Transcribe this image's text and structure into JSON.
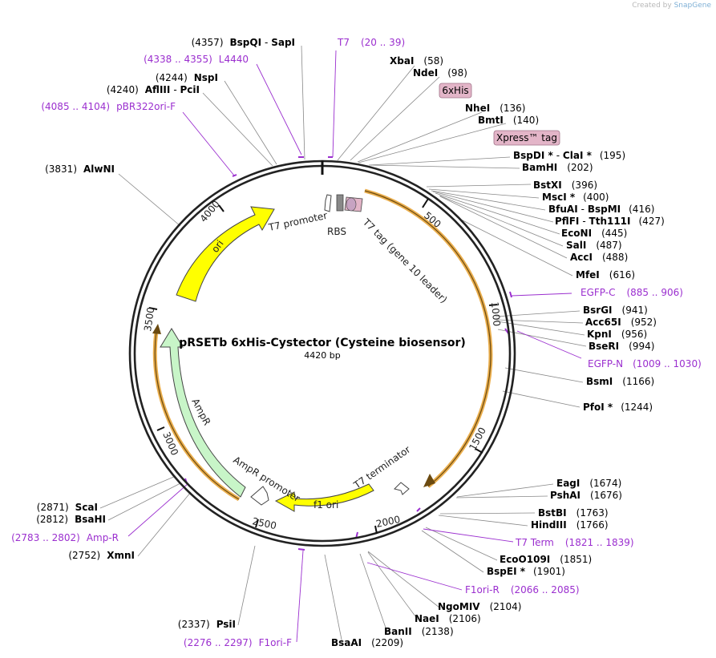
{
  "credit": {
    "prefix": "Created by",
    "brand": "SnapGene"
  },
  "plasmid": {
    "name": "pRSETb 6xHis-Cystector (Cysteine biosensor)",
    "length_label": "4420 bp",
    "length": 4420
  },
  "ticks": [
    "500",
    "1000",
    "1500",
    "2000",
    "2500",
    "3000",
    "3500",
    "4000"
  ],
  "features": [
    {
      "label": "T7 promoter"
    },
    {
      "label": "RBS"
    },
    {
      "label": "T7 tag (gene 10 leader)"
    },
    {
      "label": "T7 terminator"
    },
    {
      "label": "f1 ori"
    },
    {
      "label": "AmpR promoter"
    },
    {
      "label": "AmpR"
    },
    {
      "label": "ori"
    }
  ],
  "tags": [
    "6xHis",
    "Xpress™ tag"
  ],
  "sites": [
    {
      "name": "BspQI",
      "name2": "SapI",
      "pos": "(4357)"
    },
    {
      "name": "NspI",
      "pos": "(4244)"
    },
    {
      "name": "AflIII",
      "name2": "PciI",
      "pos": "(4240)"
    },
    {
      "name": "AlwNI",
      "pos": "(3831)"
    },
    {
      "name": "XbaI",
      "pos": "(58)"
    },
    {
      "name": "NdeI",
      "pos": "(98)"
    },
    {
      "name": "NheI",
      "pos": "(136)"
    },
    {
      "name": "BmtI",
      "pos": "(140)"
    },
    {
      "name": "BspDI *",
      "name2": "ClaI *",
      "pos": "(195)"
    },
    {
      "name": "BamHI",
      "pos": "(202)"
    },
    {
      "name": "BstXI",
      "pos": "(396)"
    },
    {
      "name": "MscI *",
      "pos": "(400)"
    },
    {
      "name": "BfuAI",
      "name2": "BspMI",
      "pos": "(416)"
    },
    {
      "name": "PflFI",
      "name2": "Tth111I",
      "pos": "(427)"
    },
    {
      "name": "EcoNI",
      "pos": "(445)"
    },
    {
      "name": "SalI",
      "pos": "(487)"
    },
    {
      "name": "AccI",
      "pos": "(488)"
    },
    {
      "name": "MfeI",
      "pos": "(616)"
    },
    {
      "name": "BsrGI",
      "pos": "(941)"
    },
    {
      "name": "Acc65I",
      "pos": "(952)"
    },
    {
      "name": "KpnI",
      "pos": "(956)"
    },
    {
      "name": "BseRI",
      "pos": "(994)"
    },
    {
      "name": "BsmI",
      "pos": "(1166)"
    },
    {
      "name": "PfoI *",
      "pos": "(1244)"
    },
    {
      "name": "EagI",
      "pos": "(1674)"
    },
    {
      "name": "PshAI",
      "pos": "(1676)"
    },
    {
      "name": "BstBI",
      "pos": "(1763)"
    },
    {
      "name": "HindIII",
      "pos": "(1766)"
    },
    {
      "name": "EcoO109I",
      "pos": "(1851)"
    },
    {
      "name": "BspEI *",
      "pos": "(1901)"
    },
    {
      "name": "NgoMIV",
      "pos": "(2104)"
    },
    {
      "name": "NaeI",
      "pos": "(2106)"
    },
    {
      "name": "BanII",
      "pos": "(2138)"
    },
    {
      "name": "BsaAI",
      "pos": "(2209)"
    },
    {
      "name": "PsiI",
      "pos": "(2337)"
    },
    {
      "name": "XmnI",
      "pos": "(2752)"
    },
    {
      "name": "BsaHI",
      "pos": "(2812)"
    },
    {
      "name": "ScaI",
      "pos": "(2871)"
    }
  ],
  "primers": [
    {
      "name": "T7",
      "range": "(20 .. 39)"
    },
    {
      "name": "L4440",
      "range": "(4338 .. 4355)"
    },
    {
      "name": "pBR322ori-F",
      "range": "(4085 .. 4104)"
    },
    {
      "name": "EGFP-C",
      "range": "(885 .. 906)"
    },
    {
      "name": "EGFP-N",
      "range": "(1009 .. 1030)"
    },
    {
      "name": "T7 Term",
      "range": "(1821 .. 1839)"
    },
    {
      "name": "F1ori-R",
      "range": "(2066 .. 2085)"
    },
    {
      "name": "F1ori-F",
      "range": "(2276 .. 2297)"
    },
    {
      "name": "Amp-R",
      "range": "(2783 .. 2802)"
    }
  ],
  "colors": {
    "primer": "#9b2fcf",
    "feature_yellow": "#ffff00",
    "feature_green": "#c8f5c8",
    "orf_orange": "#e8a53a",
    "tag_pink": "#e3b5c8"
  }
}
